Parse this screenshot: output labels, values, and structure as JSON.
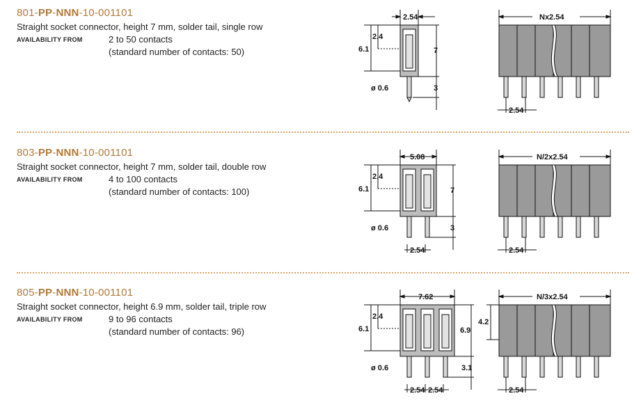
{
  "sections": [
    {
      "pn_prefix": "801-",
      "pn_pp": "PP",
      "pn_dash1": "-",
      "pn_nnn": "NNN",
      "pn_suffix": "-10-001101",
      "description": "Straight socket connector, height 7 mm, solder tail, single row",
      "availability_label": "AVAILABILITY FROM",
      "range": "2 to 50 contacts",
      "standard": "(standard number of contacts: 50)",
      "side": {
        "width": "2.54",
        "top": "2.4",
        "left": "6.1",
        "height": "7",
        "pin": "ø 0.6",
        "tail": "3"
      },
      "front": {
        "width": "Nx2.54",
        "pitch": "2.54"
      }
    },
    {
      "pn_prefix": "803-",
      "pn_pp": "PP",
      "pn_dash1": "-",
      "pn_nnn": "NNN",
      "pn_suffix": "-10-001101",
      "description": "Straight socket connector, height 7 mm, solder tail, double row",
      "availability_label": "AVAILABILITY FROM",
      "range": "4 to 100 contacts",
      "standard": "(standard number of contacts: 100)",
      "side": {
        "width": "5.08",
        "top": "2.4",
        "left": "6.1",
        "height": "7",
        "pin": "ø 0.6",
        "tail": "3",
        "pitch": "2.54"
      },
      "front": {
        "width": "N/2x2.54",
        "pitch": "2.54"
      }
    },
    {
      "pn_prefix": "805-",
      "pn_pp": "PP",
      "pn_dash1": "-",
      "pn_nnn": "NNN",
      "pn_suffix": "-10-001101",
      "description": "Straight socket connector, height 6.9 mm, solder tail, triple row",
      "availability_label": "AVAILABILITY FROM",
      "range": "9 to 96 contacts",
      "standard": "(standard number of contacts: 96)",
      "side": {
        "width": "7.62",
        "top": "2.4",
        "left": "6.1",
        "height": "6.9",
        "pin": "ø 0.6",
        "tail": "3.1",
        "pitch1": "2.54",
        "pitch2": "2.54"
      },
      "front": {
        "width": "N/3x2.54",
        "pitch": "2.54",
        "height": "4.2"
      }
    }
  ],
  "colors": {
    "accent": "#b07a3a",
    "divider": "#d9a36a",
    "body_gray": "#9a9a9a",
    "pin_gray": "#c8c8c8"
  }
}
